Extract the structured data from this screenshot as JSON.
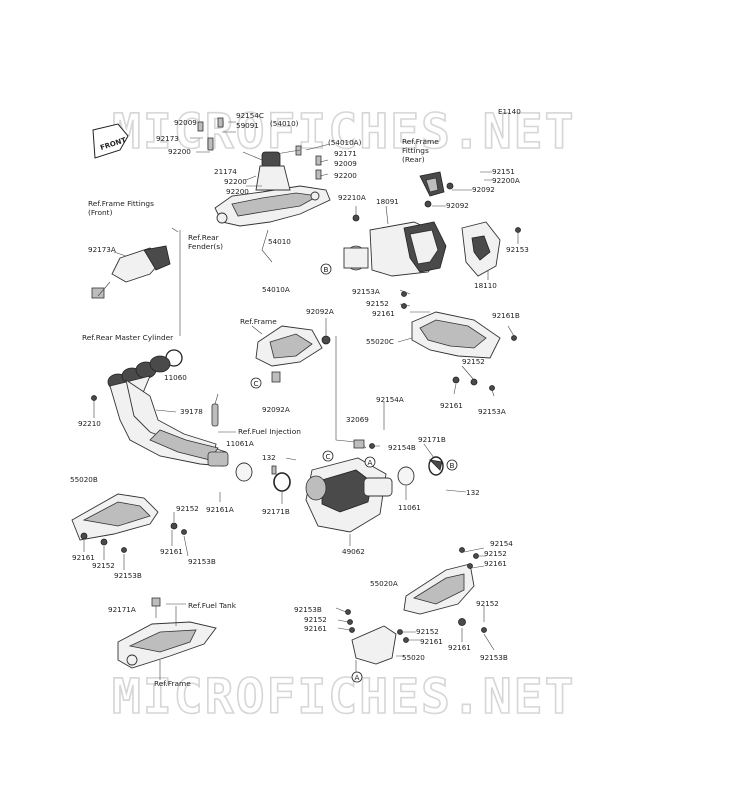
{
  "diagram": {
    "code": "E1140",
    "watermark": "MICROFICHES.NET",
    "front_arrow": "FRONT",
    "references": {
      "ref_frame_fittings_front": "Ref.Frame Fittings\n(Front)",
      "ref_rear_fender": "Ref.Rear\nFender(s)",
      "ref_frame_fittings_rear": "Ref.Frame\nFittings\n(Rear)",
      "ref_rear_master_cylinder": "Ref.Rear Master Cylinder",
      "ref_frame": "Ref.Frame",
      "ref_fuel_injection": "Ref.Fuel Injection",
      "ref_fuel_tank": "Ref.Fuel Tank",
      "ref_frame_bottom": "Ref.Frame"
    },
    "markers": [
      "A",
      "B",
      "C"
    ],
    "parts": {
      "p92009_top": "92009",
      "p92154C": "92154C",
      "p59091": "59091",
      "p54010_paren": "(54010)",
      "p92173": "92173",
      "p92200_a": "92200",
      "p54010A_paren": "(54010A)",
      "p92171_top": "92171",
      "p92009_mid": "92009",
      "p21174": "21174",
      "p92200_b": "92200",
      "p92200_c": "92200",
      "p92200_d": "92200",
      "p92210A": "92210A",
      "p18091": "18091",
      "p92092_top": "92092",
      "p92151": "92151",
      "p92200A": "92200A",
      "p92092_b": "92092",
      "p92173A": "92173A",
      "p54010": "54010",
      "p54010A": "54010A",
      "p92153_r": "92153",
      "p18110": "18110",
      "p92153A_top": "92153A",
      "p92152_top": "92152",
      "p92161_top": "92161",
      "p92161B": "92161B",
      "p55020C": "55020C",
      "p92092A_top": "92092A",
      "p92152_mid": "92152",
      "p92161_mid": "92161",
      "p92153A_mid": "92153A",
      "p11060": "11060",
      "p92092A_bot": "92092A",
      "p92210": "92210",
      "p39178": "39178",
      "p92154A": "92154A",
      "p32069": "32069",
      "p92154B": "92154B",
      "p92171B_r": "92171B",
      "p11061A": "11061A",
      "p132_a": "132",
      "p132_b": "132",
      "p11061": "11061",
      "p55020B": "55020B",
      "p92152_l": "92152",
      "p92161A": "92161A",
      "p92171B_l": "92171B",
      "p92161_l1": "92161",
      "p92161_l2": "92161",
      "p92153B_l1": "92153B",
      "p92152_l2": "92152",
      "p92153B_l2": "92153B",
      "p49062": "49062",
      "p92154": "92154",
      "p92152_br1": "92152",
      "p92161_br1": "92161",
      "p55020A": "55020A",
      "p92171A": "92171A",
      "p92153B_br": "92153B",
      "p92152_br2": "92152",
      "p92161_br2": "92161",
      "p92152_br3": "92152",
      "p92152_br4": "92152",
      "p92161_br3": "92161",
      "p92161_br4": "92161",
      "p55020": "55020",
      "p92153B_br2": "92153B"
    }
  }
}
